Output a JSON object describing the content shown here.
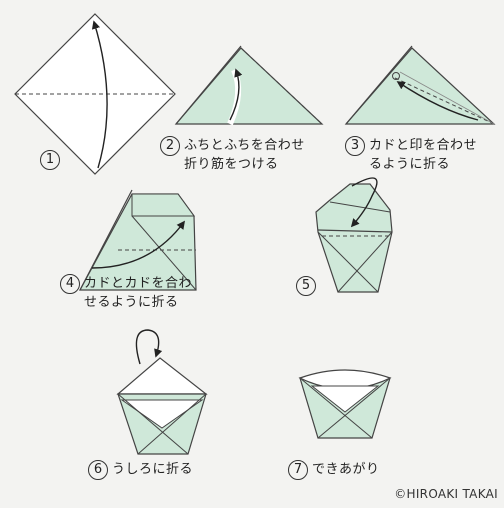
{
  "colors": {
    "paper_white": "#ffffff",
    "paper_green": "#cfe8d9",
    "line": "#444444",
    "bg": "#f3f3f1"
  },
  "steps": [
    {
      "num": "1",
      "caption1": "",
      "caption2": ""
    },
    {
      "num": "2",
      "caption1": "ふちとふちを合わせ",
      "caption2": "折り筋をつける"
    },
    {
      "num": "3",
      "caption1": "カドと印を合わせ",
      "caption2": "るように折る"
    },
    {
      "num": "4",
      "caption1": "カドとカドを合わ",
      "caption2": "せるように折る"
    },
    {
      "num": "5",
      "caption1": "",
      "caption2": ""
    },
    {
      "num": "6",
      "caption1": "うしろに折る",
      "caption2": ""
    },
    {
      "num": "7",
      "caption1": "できあがり",
      "caption2": ""
    }
  ],
  "copyright": "©HIROAKI TAKAI"
}
